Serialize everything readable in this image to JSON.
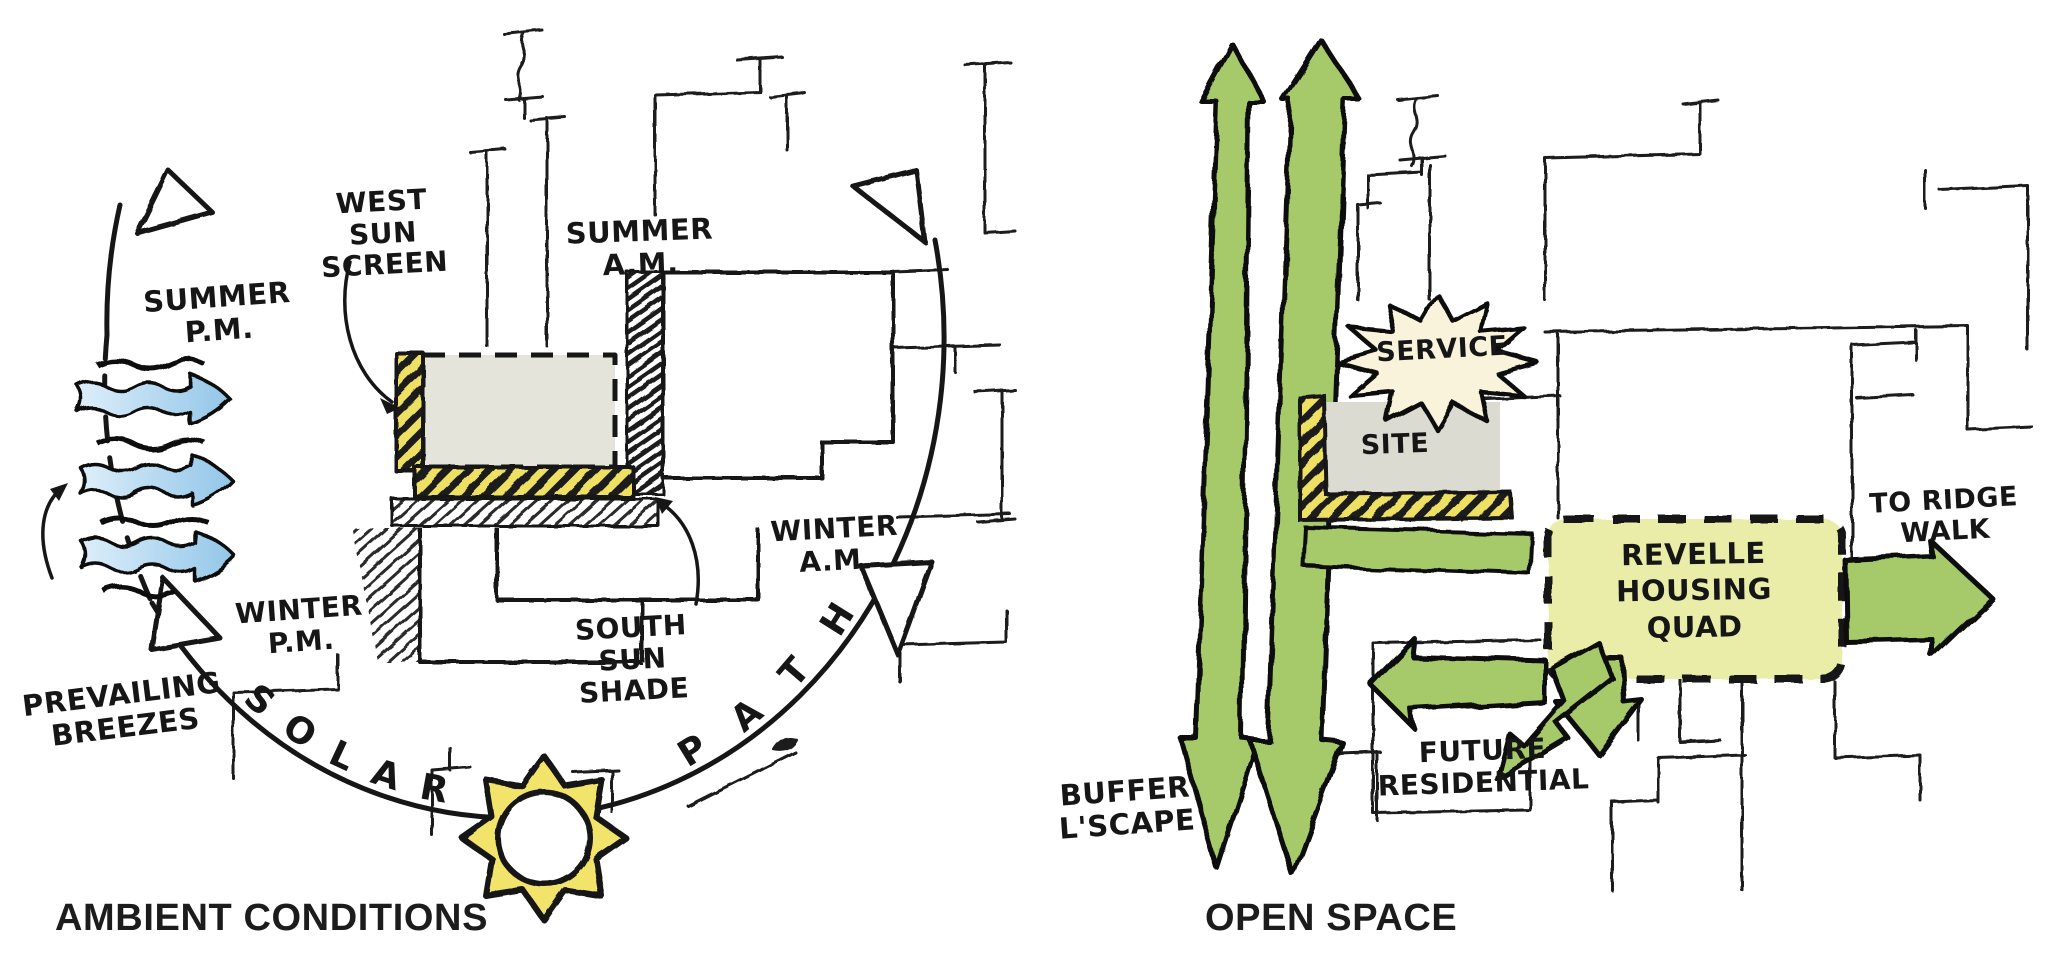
{
  "figure": "hand-drawn campus site analysis diagrams",
  "panels": {
    "left": {
      "title": "AMBIENT CONDITIONS",
      "labels": {
        "summer_pm": "SUMMER\nP.M.",
        "west_sun_screen": "WEST\nSUN SCREEN",
        "summer_am": "SUMMER\nA.M.",
        "winter_pm": "WINTER\nP.M.",
        "winter_am": "WINTER\nA.M.",
        "south_sun_shade": "SOUTH\nSUN SHADE",
        "prevailing_breezes": "PREVAILING\nBREEZES",
        "solar": "SOLAR",
        "path": "PATH"
      }
    },
    "right": {
      "title": "OPEN SPACE",
      "labels": {
        "service": "SERVICE",
        "site": "SITE",
        "revelle_housing_quad": "REVELLE\nHOUSING\nQUAD",
        "to_ridge_walk": "TO RIDGE\nWALK",
        "future_residential": "FUTURE\nRESIDENTIAL",
        "buffer_lscape": "BUFFER\nL'SCAPE"
      }
    }
  },
  "colors": {
    "ink": "#1a1a1a",
    "green": "#a6c96a",
    "quad_fill": "#e9eda8",
    "burst_fill": "#f8f3da",
    "site_fill": "#dcdbd1",
    "hatch_yellow": "#eee063",
    "sun_yellow": "#f2e46a",
    "breeze_blue_light": "#ddeefa",
    "breeze_blue": "#92c6e8",
    "building_fill": "#e4e4da",
    "paper": "#ffffff"
  }
}
